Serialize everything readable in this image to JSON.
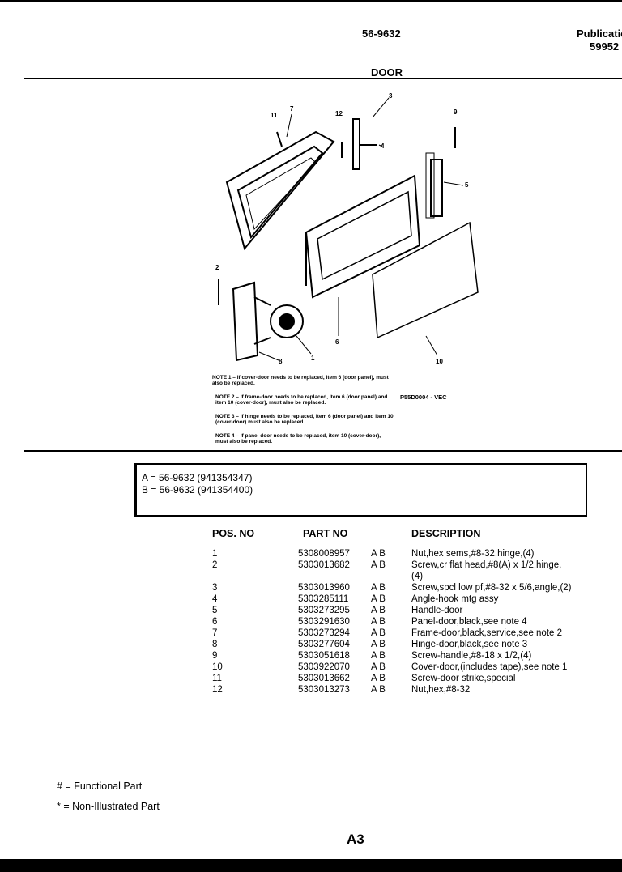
{
  "header": {
    "model": "56-9632",
    "publication_label": "Publicatio",
    "publication_number": "59952",
    "section_title": "DOOR"
  },
  "diagram": {
    "callouts": [
      "11",
      "7",
      "12",
      "3",
      "4",
      "9",
      "5",
      "2",
      "1",
      "6",
      "8",
      "10"
    ],
    "code": "P55D0004 - VEC"
  },
  "notes": [
    "NOTE 1 – If cover-door needs to be replaced, item 6 (door panel), must also be replaced.",
    "NOTE 2 – If frame-door needs to be replaced, item 6 (door panel) and item 10 (cover-door), must also be replaced.",
    "NOTE 3 – If hinge needs to be replaced, item 6 (door panel) and item 10 (cover-door) must also be replaced.",
    "NOTE 4 – If panel door needs to be replaced, item 10 (cover-door), must also be replaced."
  ],
  "models": [
    {
      "key": "A",
      "text": "A  =  56-9632 (941354347)"
    },
    {
      "key": "B",
      "text": "B  =  56-9632 (941354400)"
    }
  ],
  "table": {
    "headers": {
      "pos": "POS. NO",
      "part": "PART NO",
      "desc": "DESCRIPTION"
    },
    "rows": [
      {
        "pos": "1",
        "part": "5308008957",
        "models": "A  B",
        "desc": "Nut,hex sems,#8-32,hinge,(4)"
      },
      {
        "pos": "2",
        "part": "5303013682",
        "models": "A  B",
        "desc": "Screw,cr flat head,#8(A) x 1/2,hinge, (4)"
      },
      {
        "pos": "3",
        "part": "5303013960",
        "models": "A  B",
        "desc": "Screw,spcl low pf,#8-32 x 5/6,angle,(2)"
      },
      {
        "pos": "4",
        "part": "5303285111",
        "models": "A  B",
        "desc": "Angle-hook mtg assy"
      },
      {
        "pos": "5",
        "part": "5303273295",
        "models": "A  B",
        "desc": "Handle-door"
      },
      {
        "pos": "6",
        "part": "5303291630",
        "models": "A  B",
        "desc": "Panel-door,black,see note 4"
      },
      {
        "pos": "7",
        "part": "5303273294",
        "models": "A  B",
        "desc": "Frame-door,black,service,see note 2"
      },
      {
        "pos": "8",
        "part": "5303277604",
        "models": "A  B",
        "desc": "Hinge-door,black,see note 3"
      },
      {
        "pos": "9",
        "part": "5303051618",
        "models": "A  B",
        "desc": "Screw-handle,#8-18 x 1/2,(4)"
      },
      {
        "pos": "10",
        "part": "5303922070",
        "models": "A  B",
        "desc": "Cover-door,(includes tape),see note 1"
      },
      {
        "pos": "11",
        "part": "5303013662",
        "models": "A  B",
        "desc": "Screw-door strike,special"
      },
      {
        "pos": "12",
        "part": "5303013273",
        "models": "A  B",
        "desc": "Nut,hex,#8-32"
      }
    ]
  },
  "footer": {
    "functional": "# = Functional Part",
    "non_illustrated": "* = Non-Illustrated Part",
    "page": "A3"
  }
}
